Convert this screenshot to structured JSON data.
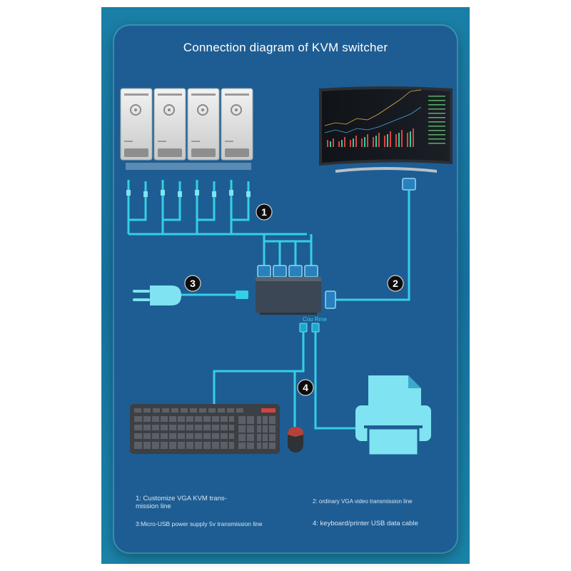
{
  "title": "Connection diagram of KVM switcher",
  "switch_port_label": "Cou Rme",
  "markers": {
    "m1": "1",
    "m2": "2",
    "m3": "3",
    "m4": "4"
  },
  "legend": {
    "item1_line1": "1: Customize VGA KVM trans-",
    "item1_line2": "mission line",
    "item2": "2: ordinary VGA video transmission line",
    "item3": "3:Micro-USB power supply 5v transmission line",
    "item4": "4: keyboard/printer USB data cable"
  },
  "colors": {
    "cable": "#34d0e6",
    "panel": "#1e5d93",
    "marker_fill": "#0d0d0d",
    "keyboard_key_accent": "#d0453f"
  },
  "components": {
    "pc_count": 4,
    "pc_icons": [
      "computer-tower-icon",
      "computer-tower-icon",
      "computer-tower-icon",
      "computer-tower-icon"
    ],
    "monitor_icon": "monitor-icon",
    "switch_icon": "kvm-switch-icon",
    "power_icon": "power-plug-icon",
    "keyboard_icon": "keyboard-icon",
    "mouse_icon": "mouse-icon",
    "printer_icon": "printer-icon"
  }
}
